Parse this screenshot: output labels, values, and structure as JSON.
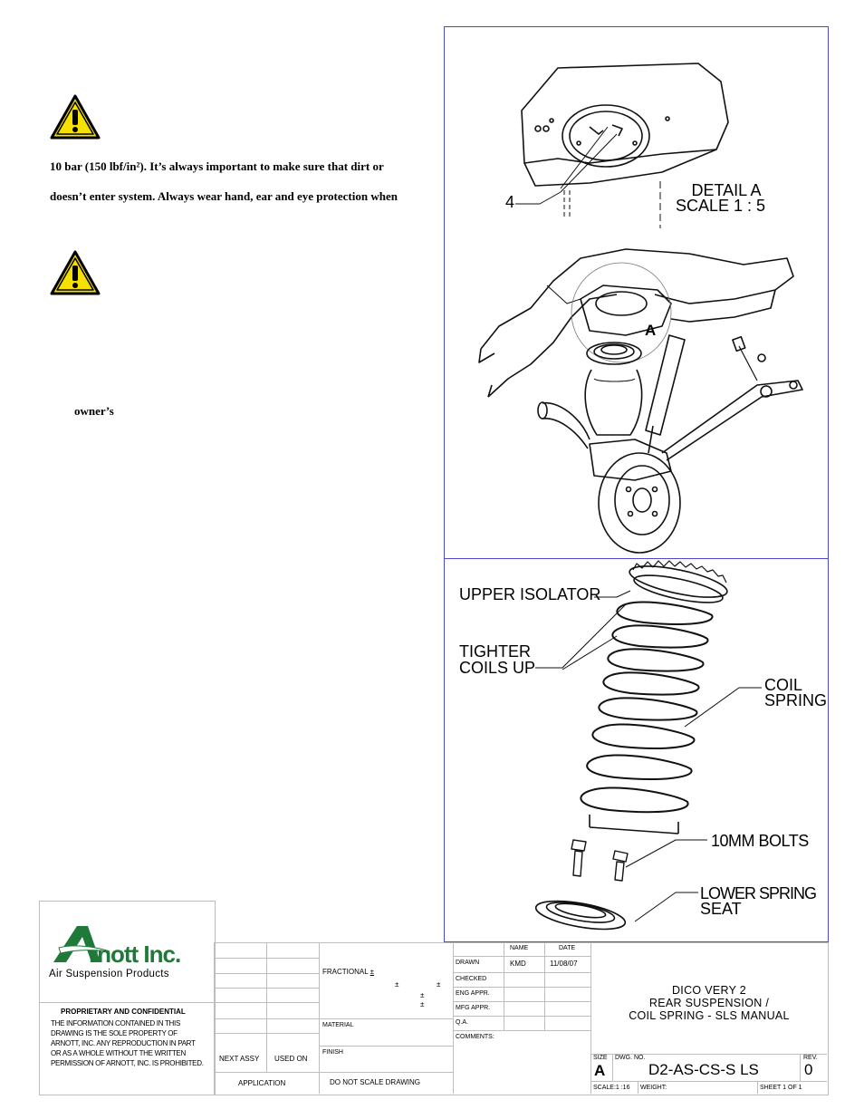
{
  "left_text": {
    "line1": "10 bar (150 lbf/in²).  It’s always important to make sure that dirt or",
    "line2": "doesn’t enter system.  Always wear hand, ear and eye protection when",
    "owners": "owner’s"
  },
  "detail": {
    "callout_number": "4",
    "title": "DETAIL A",
    "scale": "SCALE 1 : 5",
    "view_letter": "A"
  },
  "spring_labels": {
    "upper_isolator": "UPPER ISOLATOR",
    "tighter_line1": "TIGHTER",
    "tighter_line2": "COILS UP",
    "coil_line1": "COIL",
    "coil_line2": "SPRING",
    "bolts": "10MM BOLTS",
    "lower_line1": "LOWER SPRING",
    "lower_line2": "SEAT"
  },
  "logo": {
    "initial": "A",
    "name": "rnott Inc.",
    "tagline": "Air Suspension Products"
  },
  "confidential": {
    "heading": "PROPRIETARY AND CONFIDENTIAL",
    "body": "THE INFORMATION CONTAINED IN THIS DRAWING IS THE SOLE PROPERTY OF ARNOTT, INC. ANY REPRODUCTION IN PART OR AS A WHOLE WITHOUT THE WRITTEN PERMISSION OF ARNOTT, INC. IS PROHIBITED."
  },
  "title_block": {
    "fractional": "FRACTIONAL",
    "pm": "±",
    "material": "MATERIAL",
    "finish": "FINISH",
    "next_assy": "NEXT ASSY",
    "used_on": "USED ON",
    "application": "APPLICATION",
    "do_not_scale": "DO NOT SCALE DRAWING",
    "col_name": "NAME",
    "col_date": "DATE",
    "drawn": "DRAWN",
    "drawn_name": "KMD",
    "drawn_date": "11/08/07",
    "checked": "CHECKED",
    "eng_appr": "ENG APPR.",
    "mfg_appr": "MFG APPR.",
    "qa": "Q.A.",
    "comments": "COMMENTS:",
    "title_line1": "DICO VERY 2",
    "title_line2": "REAR SUSPENSION /",
    "title_line3": "COIL SPRING - SLS MANUAL",
    "size_label": "SIZE",
    "dwg_label": "DWG. NO.",
    "rev_label": "REV.",
    "size": "A",
    "dwg_no": "D2-AS-CS-S LS",
    "rev": "0",
    "scale": "SCALE:1 :16",
    "weight": "WEIGHT:",
    "sheet": "SHEET 1 OF 1"
  },
  "colors": {
    "panel_border": "#4a4acc",
    "logo_green": "#1f7a3a",
    "warning_yellow": "#f5e000"
  }
}
